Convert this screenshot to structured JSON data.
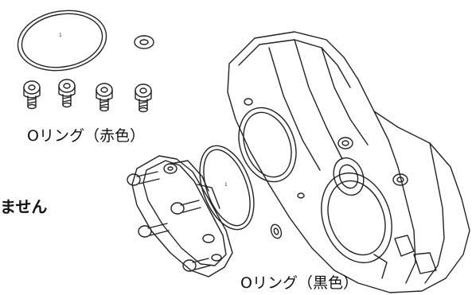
{
  "labels": {
    "o_ring_red": "Oリング（赤色）",
    "o_ring_black": "Oリング（黒色）",
    "side_text": "ません"
  },
  "colors": {
    "line": "#222222",
    "background": "#ffffff"
  }
}
